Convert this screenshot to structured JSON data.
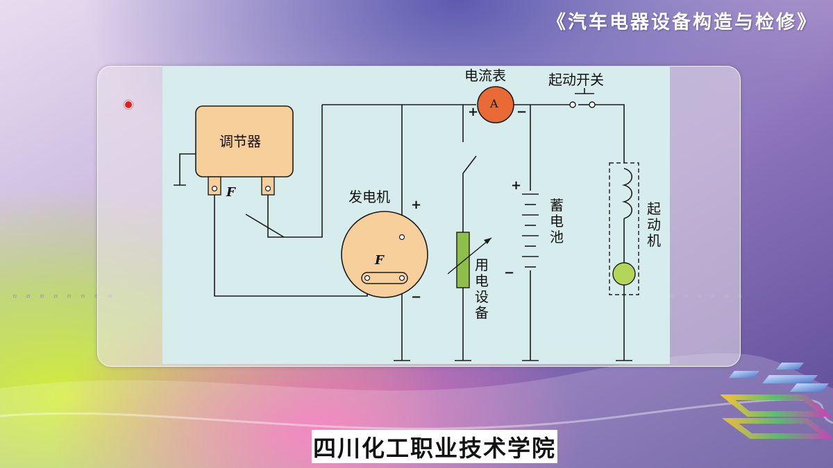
{
  "slide": {
    "title": "《汽车电器设备构造与检修》",
    "college": "四川化工职业技术学院"
  },
  "diagram": {
    "regulator": "调节器",
    "ammeter_label": "电流表",
    "ammeter_symbol": "A",
    "start_switch": "起动开关",
    "generator": "发电机",
    "battery": "蓄电池",
    "load": "用电设备",
    "starter": "起动机",
    "field_terminal": "F",
    "generator_field": "F",
    "plus": "+",
    "minus": "−"
  },
  "colors": {
    "diagram_bg": "#d7ecec",
    "component_fill": "#f6cf9b",
    "ammeter_fill": "#ea6a35",
    "load_fill": "#8fbf4a",
    "starter_fill": "#b3d65a",
    "bullet": "#e61d1d"
  }
}
